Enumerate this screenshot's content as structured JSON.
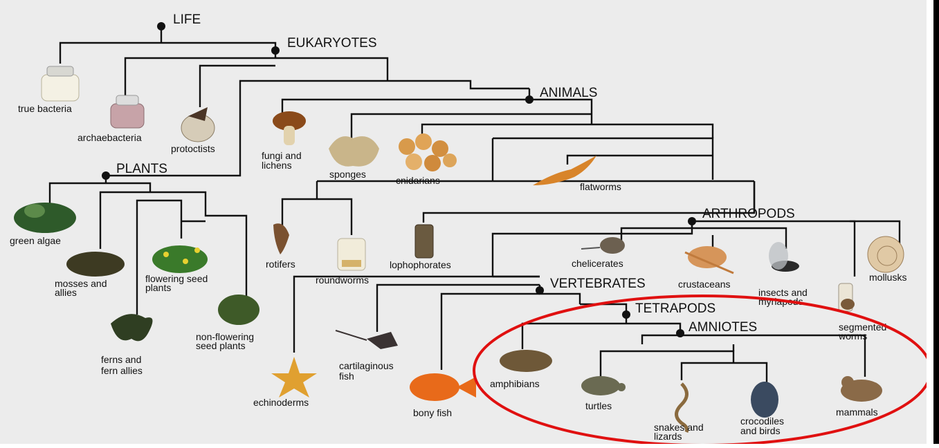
{
  "clades": {
    "life": "LIFE",
    "eukaryotes": "EUKARYOTES",
    "animals": "ANIMALS",
    "plants": "PLANTS",
    "arthropods": "ARTHROPODS",
    "vertebrates": "VERTEBRATES",
    "tetrapods": "TETRAPODS",
    "amniotes": "AMNIOTES"
  },
  "taxa": {
    "true_bacteria": "true bacteria",
    "archaebacteria": "archaebacteria",
    "protoctists": "protoctists",
    "fungi_1": "fungi and",
    "fungi_2": "lichens",
    "sponges": "sponges",
    "cnidarians": "cnidarians",
    "flatworms": "flatworms",
    "green_algae": "green algae",
    "mosses_1": "mosses and",
    "mosses_2": "allies",
    "flowering_1": "flowering seed",
    "flowering_2": "plants",
    "ferns_1": "ferns and",
    "ferns_2": "fern allies",
    "nonflowering_1": "non-flowering",
    "nonflowering_2": "seed plants",
    "rotifers": "rotifers",
    "roundworms": "roundworms",
    "lophophorates": "lophophorates",
    "chelicerates": "chelicerates",
    "crustaceans": "crustaceans",
    "insects_1": "insects and",
    "insects_2": "myriapods",
    "mollusks": "mollusks",
    "segmented_1": "segmented",
    "segmented_2": "worms",
    "echinoderms": "echinoderms",
    "cartilaginous_1": "cartilaginous",
    "cartilaginous_2": "fish",
    "bony_fish": "bony fish",
    "amphibians": "amphibians",
    "turtles": "turtles",
    "snakes_1": "snakes and",
    "snakes_2": "lizards",
    "crocodiles_1": "crocodiles",
    "crocodiles_2": "and birds",
    "mammals": "mammals"
  },
  "colors": {
    "background": "#ececec",
    "lines": "#111111",
    "highlight_ellipse": "#e01010"
  }
}
